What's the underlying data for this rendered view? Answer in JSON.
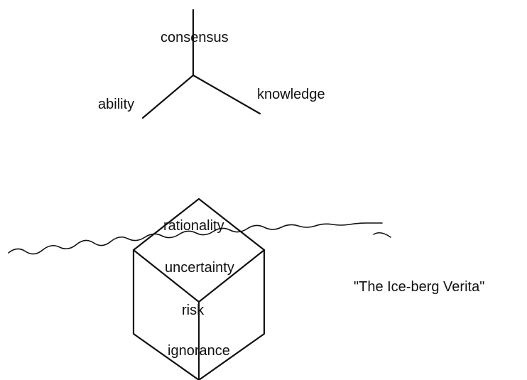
{
  "triad": {
    "top_label": "consensus",
    "left_label": "ability",
    "right_label": "knowledge"
  },
  "iceberg": {
    "faces": [
      "rationality",
      "uncertainty",
      "risk",
      "ignorance"
    ],
    "caption": "\"The Ice-berg Verita\""
  },
  "colors": {
    "ink": "#111111",
    "background": "#ffffff"
  }
}
